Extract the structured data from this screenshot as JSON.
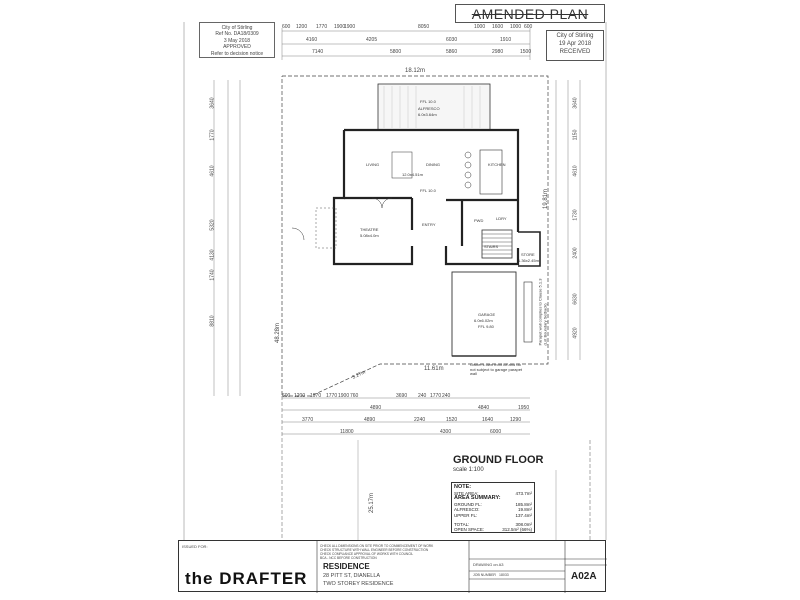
{
  "stamps": {
    "left": [
      "City of Stirling",
      "Ref No. DA18/0309",
      "3 May 2018",
      "APPROVED",
      "Refer to decision notice"
    ],
    "amended": "AMENDED PLAN",
    "right": [
      "City of Stirling",
      "19 Apr 2018",
      "RECEIVED"
    ]
  },
  "plan": {
    "overall_width": "18.12m",
    "right_length": "19.81m",
    "left_length": "48.28m",
    "front_width": "11.61m",
    "corner_truncation": "3.27m",
    "lower_length": "25.17m",
    "rooms": {
      "alfresco": "ALFRESCO",
      "alfresco_size": "6.0x3.64m",
      "ffl_upper": "FFL 10.0",
      "living": "LIVING",
      "dining": "DINING",
      "kitchen": "KITCHEN",
      "main_size": "12.0x4.51m",
      "ffl_main": "FFL 10.0",
      "theatre": "THEATRE",
      "theatre_size": "5.08x4.0m",
      "entry": "ENTRY",
      "pwd": "PWD",
      "laundry": "LDRY",
      "stairs": "STAIRS",
      "store": "STORE",
      "store_size": "1.36x2.45m",
      "garage": "GARAGE",
      "garage_size": "6.0x6.02m",
      "ffl_garage": "FFL 9.80"
    },
    "annotations": {
      "garage_wall": "Parapet wall complies to Clause 5.1.3 (Lot Boundary Setback)",
      "owners_fence": "Owner's own front lot and do not subject to garage parapet wall"
    },
    "top_dims_row1": [
      "600",
      "1200",
      "1770",
      "1900",
      "1900",
      "8050",
      "1000",
      "1600",
      "1000",
      "600"
    ],
    "top_dims_row2": [
      "4160",
      "4205",
      "6030",
      "1910"
    ],
    "top_dims_row3": [
      "7140",
      "5800",
      "5860",
      "2980",
      "1500"
    ],
    "mid_dims_row1": [
      "600",
      "1200",
      "1970",
      "1770",
      "1900",
      "760",
      "4890",
      "3690",
      "240",
      "1770",
      "240",
      "4840",
      "1950"
    ],
    "mid_dims_row2": [
      "3770",
      "4890",
      "2240",
      "1520",
      "1640",
      "1290"
    ],
    "mid_dims_row3": [
      "11800",
      "4300",
      "6000"
    ],
    "left_dims": [
      "3640",
      "1770",
      "4610",
      "5320",
      "4130",
      "1740",
      "8810"
    ],
    "right_dims": [
      "3640",
      "1150",
      "4610",
      "1730",
      "2400",
      "6630",
      "4920"
    ]
  },
  "sheet": {
    "title": "GROUND FLOOR",
    "scale": "scale 1:100"
  },
  "note": {
    "heading": "NOTE:",
    "site_area_label": "SITE AREA:",
    "site_area": "473.7m²",
    "summary_heading": "AREA SUMMARY:",
    "rows": [
      {
        "label": "GROUND FL:",
        "value": "185.8m²"
      },
      {
        "label": "ALFRESCO:",
        "value": "19.8m²"
      },
      {
        "label": "UPPER FL:",
        "value": "137.4m²"
      }
    ],
    "total_label": "TOTAL:",
    "total": "308.0m²",
    "open_space_label": "OPEN SPACE:",
    "open_space": "312.5m² (66%)"
  },
  "title_block": {
    "issued_for": "ISSUED FOR:",
    "notes": [
      "CHECK ALL DIMENSIONS ON SITE PRIOR TO COMMENCEMENT OF WORK",
      "CHECK STRUCTURE WITH WALL ENGINEER BEFORE CONSTRUCTION",
      "CHECK COMPLIANCE APPROVAL OF WORKS WITH COUNCIL",
      "BCA - NCC BEFORE CONSTRUCTION"
    ],
    "brand": "the DRAFTER",
    "project": "RESIDENCE",
    "address": "28 PITT ST, DIANELLA",
    "description": "TWO STOREY RESIDENCE",
    "drawing_label": "DRAWING on A3",
    "job_number_label": "JOB NUMBER",
    "job_number": "18033",
    "sheet": "A02A"
  },
  "colors": {
    "line": "#333333",
    "dim_line": "#555555",
    "paper": "#ffffff"
  }
}
